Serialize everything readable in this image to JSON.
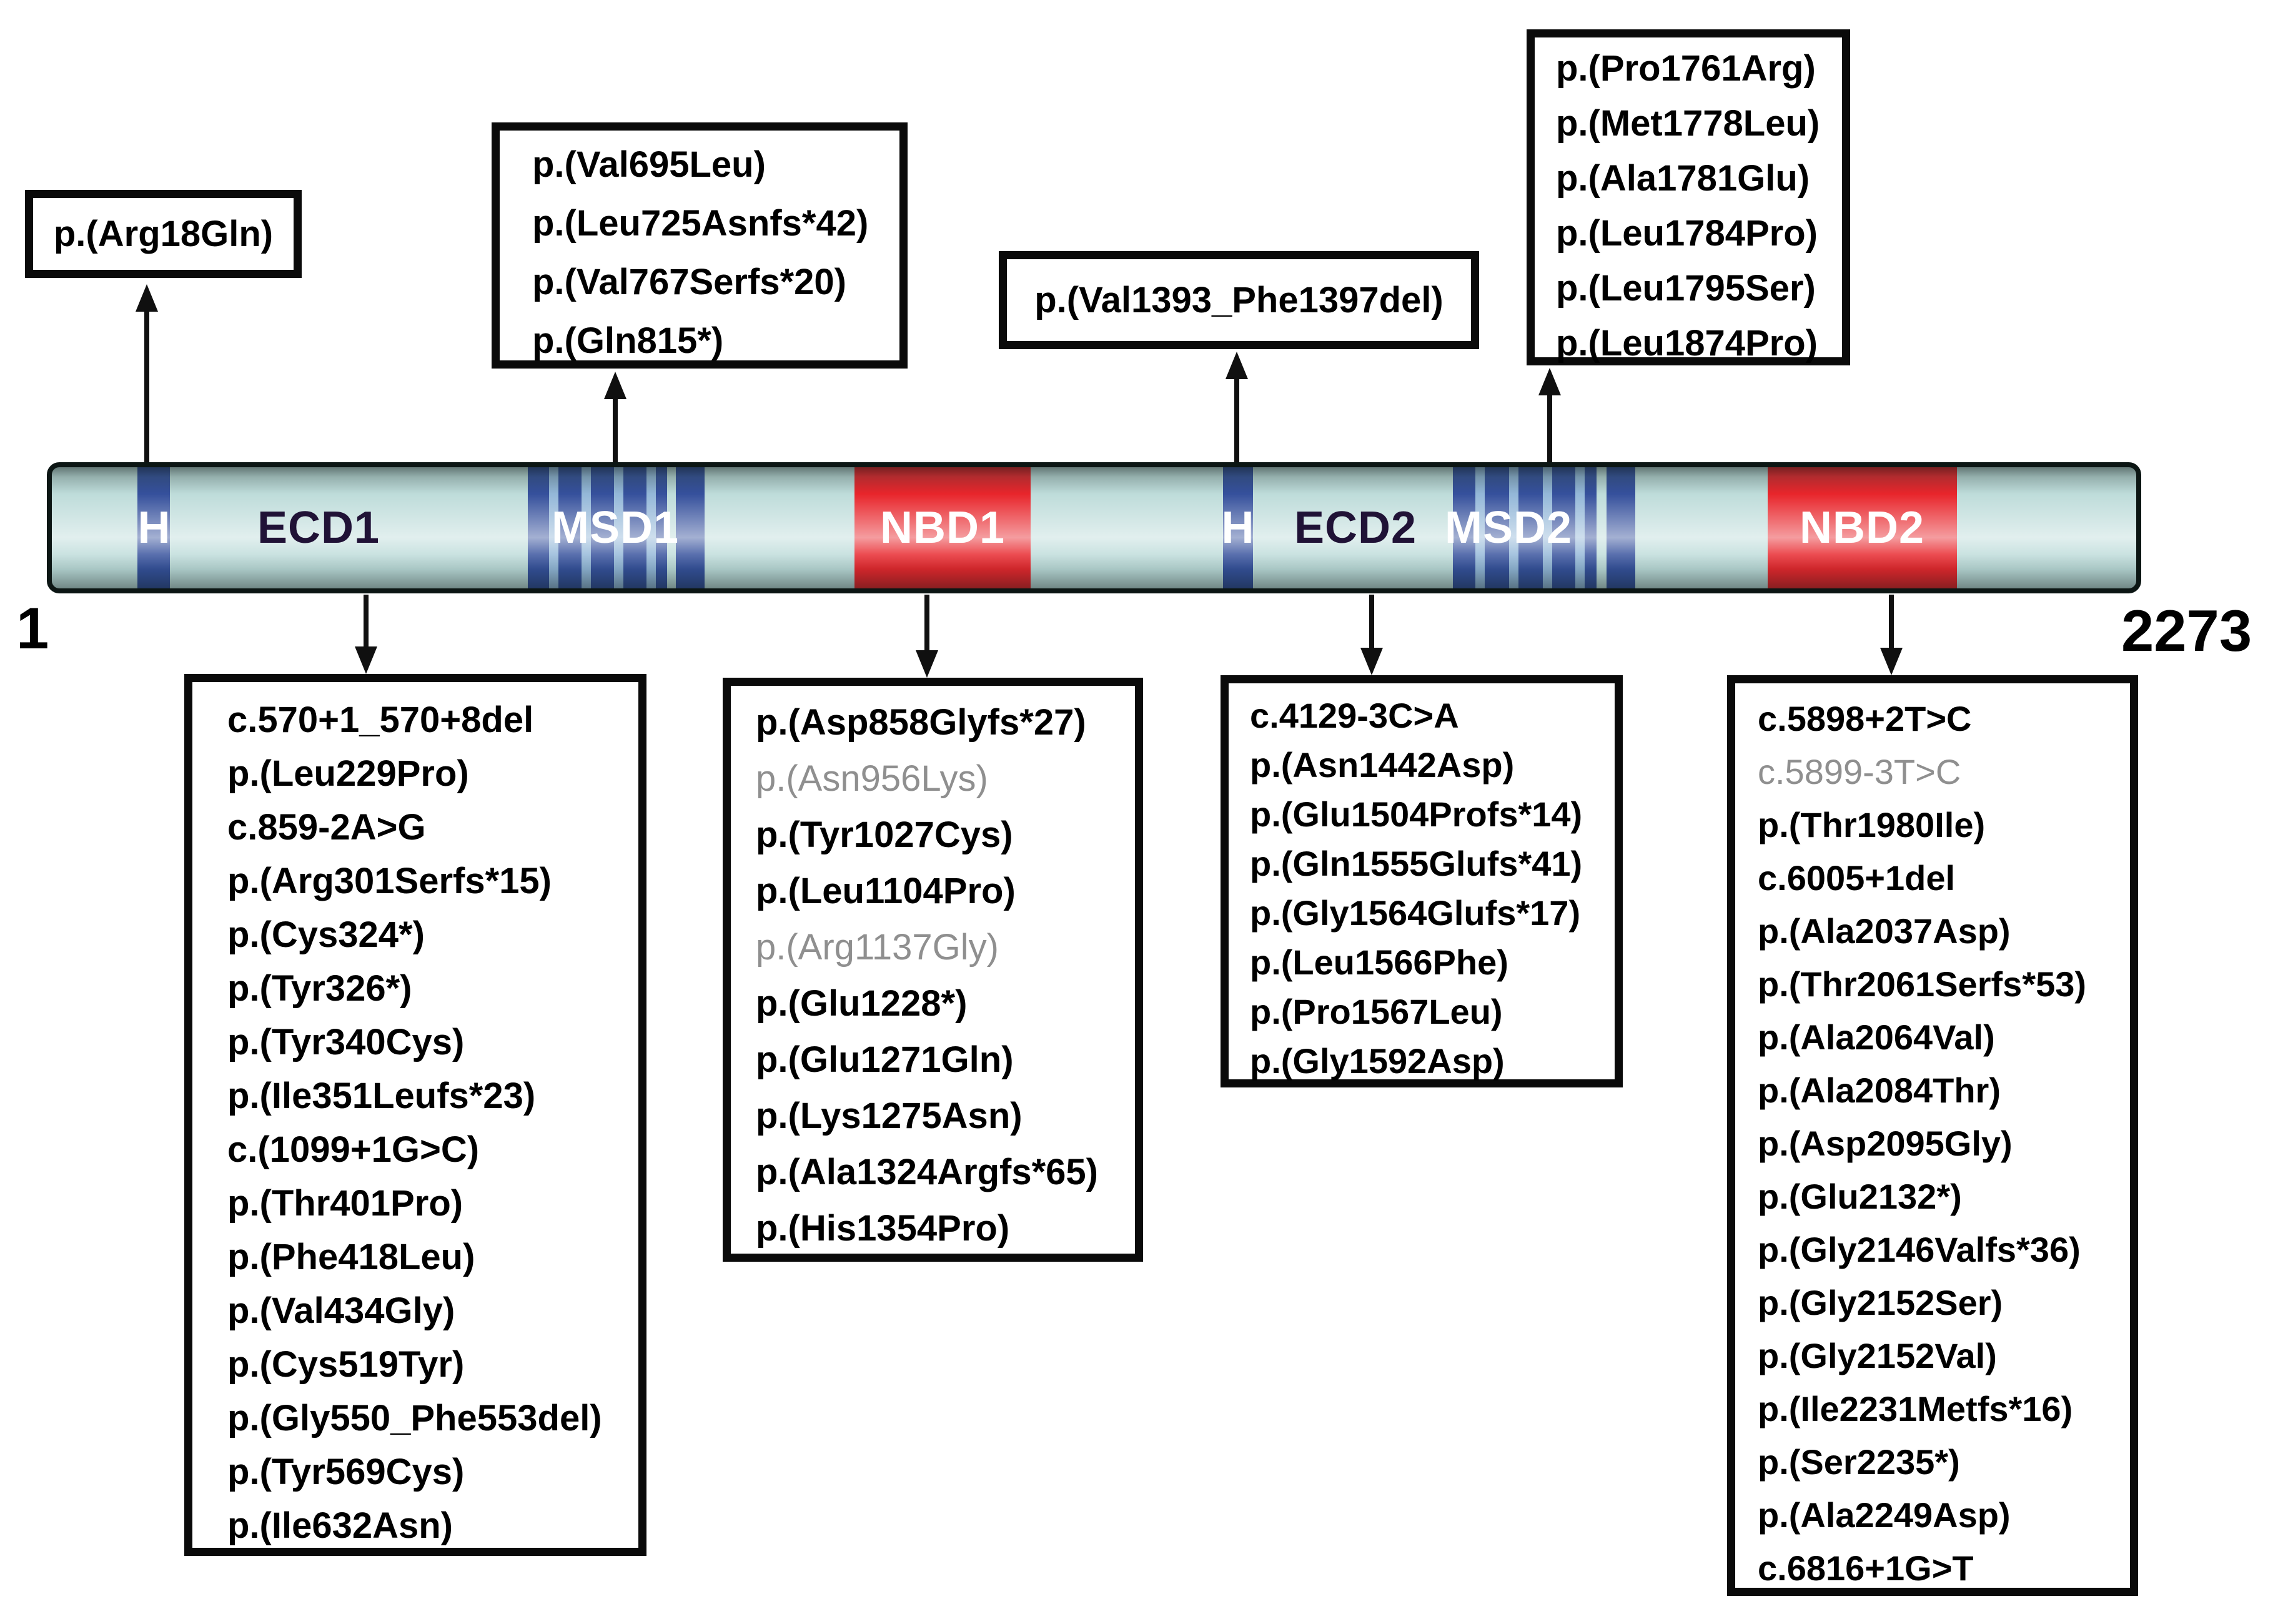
{
  "figure": {
    "description": "Protein domain diagram with mutation callouts",
    "bar": {
      "start_position": "1",
      "end_position": "2273",
      "domains": {
        "h1": "H",
        "ecd1": "ECD1",
        "msd1": "MSD1",
        "nbd1": "NBD1",
        "h2": "H",
        "ecd2": "ECD2",
        "msd2": "MSD2",
        "nbd2": "NBD2"
      }
    },
    "colors": {
      "bar_teal": "#bedcda",
      "stripe_blue": "#35509c",
      "stripe_light_blue": "#93b7d8",
      "nbd_red": "#e8252b",
      "muted_text": "#8f8f8f",
      "text": "#000000"
    }
  },
  "callouts": {
    "arg18": {
      "items": [
        "p.(Arg18Gln)"
      ]
    },
    "msd1": {
      "items": [
        "p.(Val695Leu)",
        "p.(Leu725Asnfs*42)",
        "p.(Val767Serfs*20)",
        "p.(Gln815*)"
      ]
    },
    "val1393": {
      "items": [
        "p.(Val1393_Phe1397del)"
      ]
    },
    "msd2": {
      "items": [
        "p.(Pro1761Arg)",
        "p.(Met1778Leu)",
        "p.(Ala1781Glu)",
        "p.(Leu1784Pro)",
        "p.(Leu1795Ser)",
        "p.(Leu1874Pro)"
      ]
    },
    "ecd1_list": {
      "items": [
        "c.570+1_570+8del",
        "p.(Leu229Pro)",
        "c.859-2A>G",
        "p.(Arg301Serfs*15)",
        "p.(Cys324*)",
        "p.(Tyr326*)",
        "p.(Tyr340Cys)",
        "p.(Ile351Leufs*23)",
        "c.(1099+1G>C)",
        "p.(Thr401Pro)",
        "p.(Phe418Leu)",
        "p.(Val434Gly)",
        "p.(Cys519Tyr)",
        "p.(Gly550_Phe553del)",
        "p.(Tyr569Cys)",
        "p.(Ile632Asn)"
      ]
    },
    "nbd1_list": {
      "items": [
        "p.(Asp858Glyfs*27)",
        {
          "label": "p.(Asn956Lys)",
          "muted": true
        },
        "p.(Tyr1027Cys)",
        "p.(Leu1104Pro)",
        {
          "label": "p.(Arg1137Gly)",
          "muted": true
        },
        "p.(Glu1228*)",
        "p.(Glu1271Gln)",
        "p.(Lys1275Asn)",
        "p.(Ala1324Argfs*65)",
        "p.(His1354Pro)"
      ]
    },
    "ecd2_list": {
      "items": [
        "c.4129-3C>A",
        "p.(Asn1442Asp)",
        "p.(Glu1504Profs*14)",
        "p.(Gln1555Glufs*41)",
        "p.(Gly1564Glufs*17)",
        "p.(Leu1566Phe)",
        "p.(Pro1567Leu)",
        "p.(Gly1592Asp)"
      ]
    },
    "nbd2_list": {
      "items": [
        "c.5898+2T>C",
        {
          "label": "c.5899-3T>C",
          "muted": true
        },
        "p.(Thr1980Ile)",
        "c.6005+1del",
        "p.(Ala2037Asp)",
        "p.(Thr2061Serfs*53)",
        "p.(Ala2064Val)",
        "p.(Ala2084Thr)",
        "p.(Asp2095Gly)",
        "p.(Glu2132*)",
        "p.(Gly2146Valfs*36)",
        "p.(Gly2152Ser)",
        "p.(Gly2152Val)",
        "p.(Ile2231Metfs*16)",
        "p.(Ser2235*)",
        "p.(Ala2249Asp)",
        "c.6816+1G>T"
      ]
    }
  }
}
